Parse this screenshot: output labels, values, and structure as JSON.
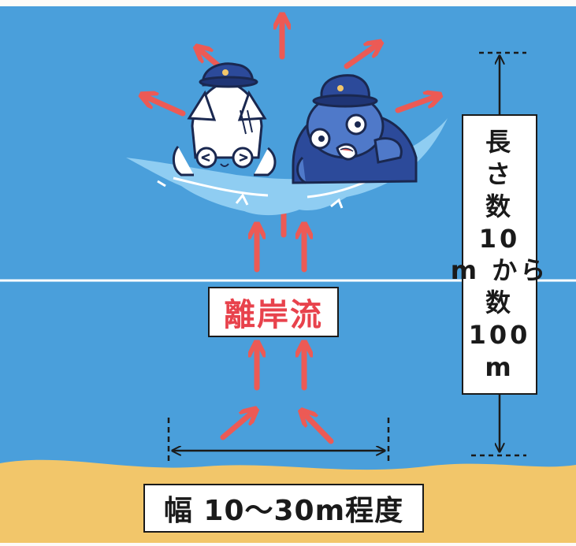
{
  "colors": {
    "sea": "#4a9fdb",
    "sand": "#f2c66a",
    "arrow": "#ec5a55",
    "label_red": "#e8424c",
    "splash": "#8fcdf2"
  },
  "labels": {
    "rip_current": "離岸流",
    "width": "幅 10～30m程度",
    "length_lines": [
      "長",
      "さ",
      "数",
      "10",
      "m から",
      "数",
      "100",
      "m"
    ]
  },
  "characters": [
    "squid-mascot",
    "police-mascot"
  ]
}
